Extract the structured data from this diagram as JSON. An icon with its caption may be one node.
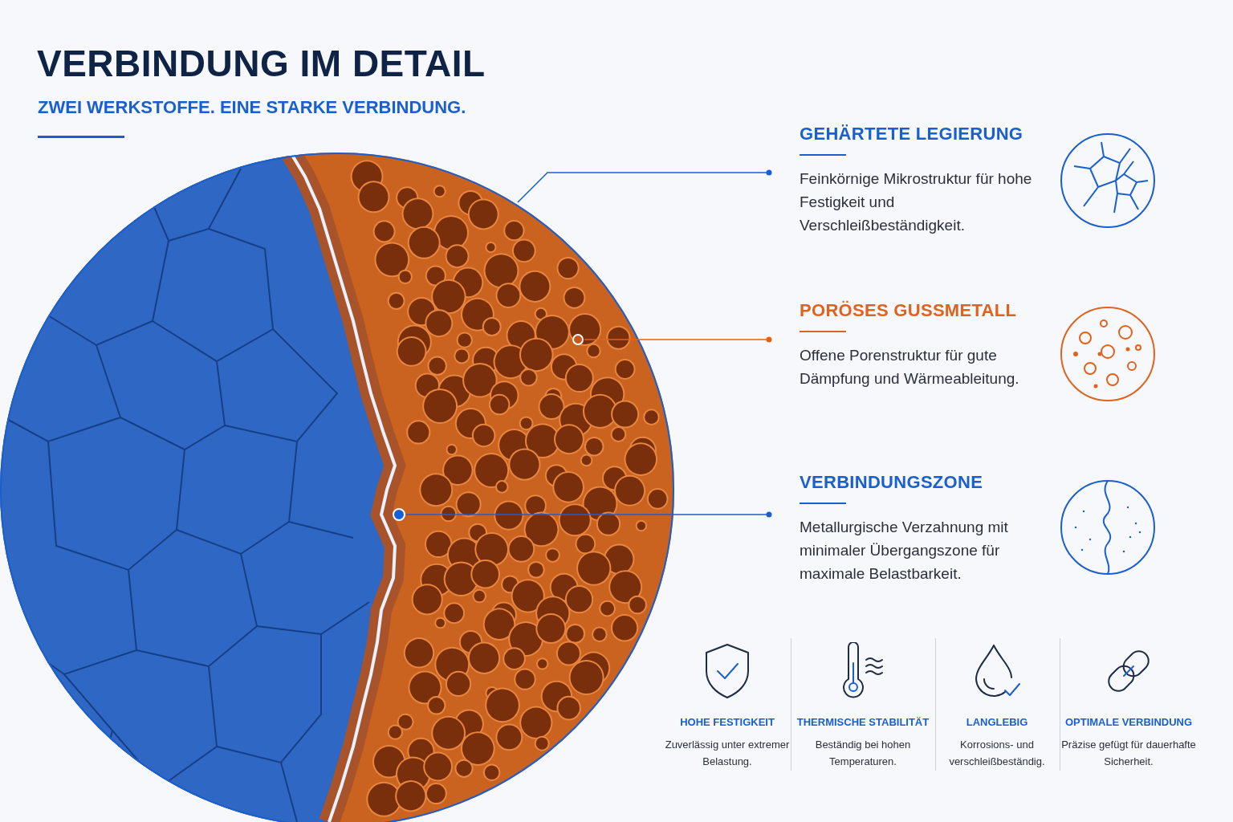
{
  "diagram": {
    "title": "VERBINDUNG IM DETAIL",
    "caption": "ZWEI WERKSTOFFE. EINE STARKE VERBINDUNG.",
    "nodes": [
      {
        "text": [
          "GEHÄRTETE LEGIERUNG",
          "Feinkörnige Mikrostruktur für hohe Festigkeit und Verschleißbeständigkeit."
        ]
      },
      {
        "text": [
          "PORÖSES GUSSMETALL",
          "Offene Porenstruktur für gute Dämpfung und Wärmeableitung."
        ]
      },
      {
        "text": [
          "VERBINDUNGSZONE",
          "Metallurgische Verzahnung mit minimaler Übergangszone für maximale Belastbarkeit."
        ]
      },
      {
        "text": [],
        "shape": "picture"
      },
      {
        "text": [],
        "shape": "circle",
        "in": 3
      },
      {
        "text": [],
        "shape": "circle",
        "in": 3
      }
    ],
    "edges": [
      {
        "from": 0,
        "to": 3,
        "arrow": "other"
      },
      {
        "from": 1,
        "to": 4,
        "arrow": "other",
        "color": "#e0621c"
      },
      {
        "from": 2,
        "to": 5,
        "arrow": "other"
      }
    ],
    "labels": [
      "HOHE FESTIGKEIT",
      "Zuverlässig unter extremer Belastung.",
      "THERMISCHE STABILITÄT",
      "Beständig bei hohen Temperaturen.",
      "LANGLEBIG",
      "Korrosions- und verschleißbeständig.",
      "OPTIMALE VERBINDUNG",
      "Präzise gefügt für dauerhafte Sicherheit."
    ]
  }
}
